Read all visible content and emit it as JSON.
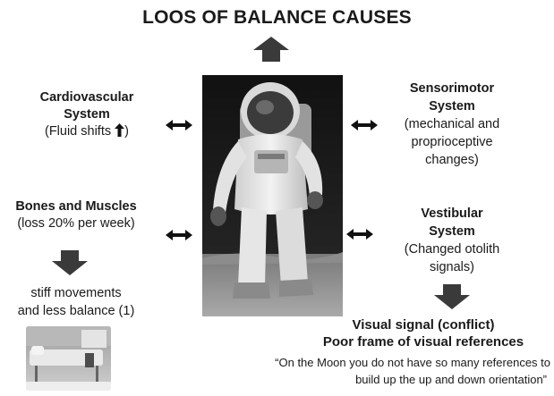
{
  "title": "LOOS OF BALANCE CAUSES",
  "cardio": {
    "line1": "Cardiovascular",
    "line2": "System",
    "line3": "(Fluid shifts ",
    "icon": "up-arrow-icon"
  },
  "sensorimotor": {
    "line1": "Sensorimotor",
    "line2": "System",
    "line3": "(mechanical and",
    "line4": "proprioceptive",
    "line5": "changes)"
  },
  "bones": {
    "line1": "Bones and Muscles",
    "line2": "(loss 20% per week)"
  },
  "vestibular": {
    "line1": "Vestibular",
    "line2": "System",
    "line3": "(Changed otolith",
    "line4": "signals)"
  },
  "stiff": {
    "line1": "stiff movements",
    "line2": "and less balance (1)"
  },
  "visual": {
    "line1": "Visual signal (conflict)",
    "line2": "Poor frame of visual references",
    "quote1": "“On the Moon you do not have so many references to",
    "quote2": "build up the up and down orientation”"
  },
  "colors": {
    "arrow": "#3a3a3a",
    "text": "#1a1a1a"
  }
}
